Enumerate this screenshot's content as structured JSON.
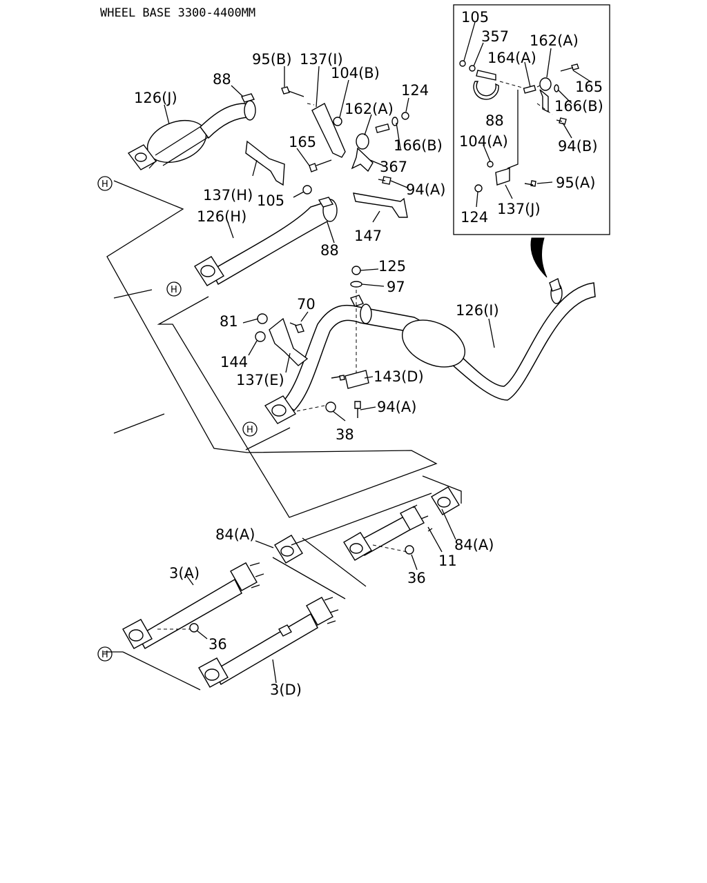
{
  "title": "WHEEL BASE 3300-4400MM",
  "hmark": "H",
  "labels": {
    "l95B": "95(B)",
    "l137I": "137(I)",
    "l104B": "104(B)",
    "l124": "124",
    "l88a": "88",
    "l126J": "126(J)",
    "l162A": "162(A)",
    "l166B": "166(B)",
    "l165": "165",
    "l367": "367",
    "l94A": "94(A)",
    "l137H": "137(H)",
    "l105": "105",
    "l126H": "126(H)",
    "l88b": "88",
    "l147": "147",
    "l125": "125",
    "l97": "97",
    "l70": "70",
    "l81": "81",
    "l144": "144",
    "l137E": "137(E)",
    "l126I": "126(I)",
    "l143D": "143(D)",
    "l94A2": "94(A)",
    "l38": "38",
    "l84Aa": "84(A)",
    "l3A": "3(A)",
    "l36a": "36",
    "l3D": "3(D)",
    "l84Ab": "84(A)",
    "l11": "11",
    "l36b": "36"
  },
  "inset": {
    "l105": "105",
    "l357": "357",
    "l162A": "162(A)",
    "l164A": "164(A)",
    "l165": "165",
    "l88": "88",
    "l166B": "166(B)",
    "l94B": "94(B)",
    "l104A": "104(A)",
    "l95A": "95(A)",
    "l124": "124",
    "l137J": "137(J)"
  }
}
